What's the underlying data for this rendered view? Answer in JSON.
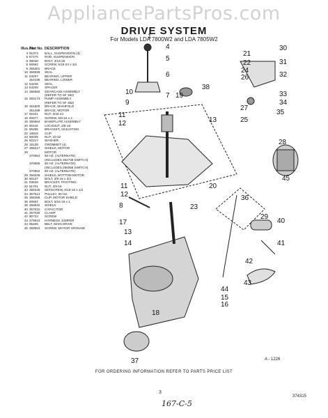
{
  "watermark": "AppliancePartsPros.com",
  "title": "DRIVE SYSTEM",
  "subtitle": "For Models LDA 7800W2 and LDA 7805W2",
  "table": {
    "header": {
      "col1": "Illus. No.",
      "col2": "Part No.",
      "col3": "DESCRIPTION"
    },
    "rows": [
      [
        "4",
        "91073",
        "BALL, SUSPENSION (3)"
      ],
      [
        "5",
        "87270",
        "ROD, SUSPENSION"
      ],
      [
        "6",
        "98048",
        "BOLT, 3/16-26"
      ],
      [
        "8",
        "90662",
        "SCREW, 5/16-24 x 3/4"
      ],
      [
        "9",
        "355301",
        "BRACE"
      ],
      [
        "10",
        "356936",
        "SEAL"
      ],
      [
        "11",
        "54207",
        "BEARING, UPPER"
      ],
      [
        "",
        "354195",
        "BEARING, LOWER"
      ],
      [
        "12",
        "54238",
        "SEAL"
      ],
      [
        "13",
        "54209",
        "SPACER"
      ],
      [
        "14",
        "366660",
        "GEARCASE ASSEMBLY"
      ],
      [
        "",
        "",
        "(REFER TO SF 362)"
      ],
      [
        "15",
        "363174",
        "PUMP ASSEMBLY"
      ],
      [
        "",
        "",
        "(REFER TO SF 362)"
      ],
      [
        "16",
        "351600",
        "BRACE, MANIFOLD"
      ],
      [
        "",
        "351499",
        "BRACE, MOTOR"
      ],
      [
        "17",
        "90101",
        "NUT, 5/16-24"
      ],
      [
        "18",
        "90877",
        "SCREW, 5/8-24 x 2"
      ],
      [
        "19",
        "366664",
        "BASEPLATE ASSEMBLY"
      ],
      [
        "20",
        "90116",
        "LOCKNUT, 3/8-16"
      ],
      [
        "21",
        "85286",
        "BRACKET, ADJUSTING"
      ],
      [
        "22",
        "18815",
        "CLIP"
      ],
      [
        "23",
        "90039",
        "NUT, 10-32"
      ],
      [
        "25",
        "92217",
        "WASHER"
      ],
      [
        "26",
        "19138",
        "GROMMET (4)"
      ],
      [
        "27",
        "356217",
        "SHIELD, MOTOR"
      ],
      [
        "28",
        "",
        "MOTOR"
      ],
      [
        "",
        "370654",
        "60 HZ. (ALTERNATE)"
      ],
      [
        "",
        "",
        "(INCLUDES 362738 SWITCH)"
      ],
      [
        "",
        "370655",
        "60 HZ. (ALTERNATE)"
      ],
      [
        "",
        "",
        "(INCLUDES 356066 SWITCH)"
      ],
      [
        "",
        "370652",
        "60 HZ. (ALTERNATE)"
      ],
      [
        "29",
        "358346",
        "SHIELD, BOTTOM MOTOR"
      ],
      [
        "30",
        "90137",
        "BOLT, 3/8-16 x 3/4"
      ],
      [
        "31",
        "93549",
        "BRACKET, PIVOTING"
      ],
      [
        "32",
        "91701",
        "NUT, 3/8-16"
      ],
      [
        "33",
        "355345",
        "SETSCREW, 5/16-18 x 1/2"
      ],
      [
        "34",
        "357514",
        "PULLEY, 60 HZ."
      ],
      [
        "35",
        "356286",
        "CLIP, MOTOR SHIELD"
      ],
      [
        "36",
        "90667",
        "BOLT, 5/16-18 x 1"
      ],
      [
        "38",
        "358842",
        "SHIELD"
      ],
      [
        "40",
        "357031",
        "CAPACITOR"
      ],
      [
        "41",
        "357030",
        "CLAMP"
      ],
      [
        "42",
        "90723",
        "SCREW"
      ],
      [
        "43",
        "379910",
        "HARNESS JUMPER"
      ],
      [
        "44",
        "95405",
        "BELT, MAIN DRIVE"
      ],
      [
        "45",
        "359554",
        "SCREW, MOTOR GROUND"
      ]
    ]
  },
  "callouts": [
    "1",
    "4",
    "5",
    "6",
    "7",
    "8",
    "9",
    "10",
    "11",
    "12",
    "13",
    "14",
    "15",
    "16",
    "17",
    "18",
    "19",
    "20",
    "21",
    "22",
    "23",
    "24",
    "25",
    "26",
    "27",
    "28",
    "29",
    "30",
    "31",
    "32",
    "33",
    "34",
    "35",
    "36",
    "37",
    "38",
    "40",
    "41",
    "42",
    "43",
    "44",
    "45"
  ],
  "diagram_ref": "A - 1226",
  "footer": "FOR ORDERING INFORMATION REFER TO PARTS PRICE LIST",
  "page_number": "3",
  "catalog_code": "167-C-5",
  "doc_code": "374315"
}
